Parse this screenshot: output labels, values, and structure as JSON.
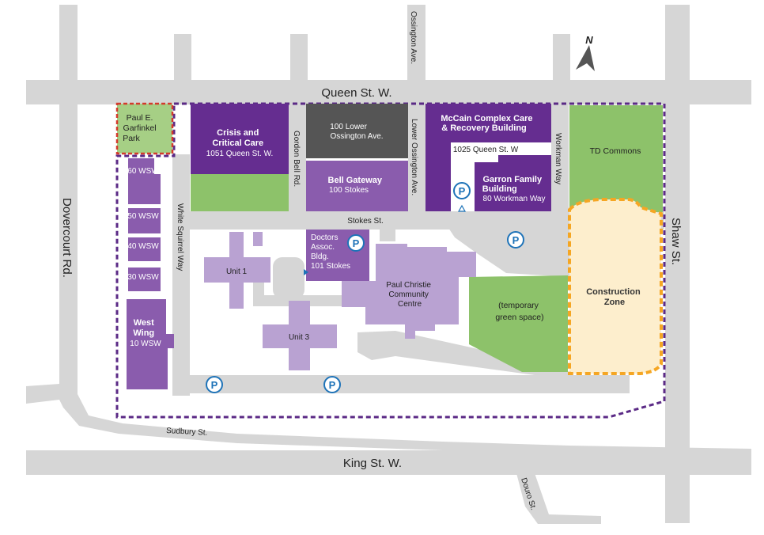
{
  "colors": {
    "road": "#d6d6d6",
    "building_dark": "#652d90",
    "building_mid": "#8a5cad",
    "building_light": "#b9a2d2",
    "building_grey": "#555555",
    "green": "#8dc26a",
    "construction_fill": "#fdeecd",
    "construction_border": "#f5a623",
    "boundary": "#5b2a86",
    "park_border": "#d33a2c",
    "parking": "#1e73b8",
    "north_arrow": "#555555"
  },
  "north": {
    "label": "N",
    "icon": "north-arrow-icon"
  },
  "streets": {
    "queen": "Queen St. W.",
    "king": "King St. W.",
    "dovercourt": "Dovercourt Rd.",
    "shaw": "Shaw St.",
    "ossington": "Ossington Ave.",
    "lower_ossington": "Lower Ossington Ave.",
    "gordon_bell": "Gordon Bell Rd.",
    "white_squirrel": "White Squirrel Way",
    "workman": "Workman Way",
    "stokes": "Stokes St.",
    "sudbury": "Sudbury St.",
    "douro": "Douro St."
  },
  "places": {
    "garfinkel_park": {
      "line1": "Paul E.",
      "line2": "Garfinkel",
      "line3": "Park"
    },
    "crisis": {
      "line1": "Crisis and",
      "line2": "Critical Care",
      "address": "1051 Queen St. W."
    },
    "lower_ossington_100": {
      "line1": "100 Lower",
      "line2": "Ossington Ave."
    },
    "bell_gateway": {
      "name": "Bell Gateway",
      "address": "100 Stokes"
    },
    "mccain": {
      "line1": "McCain Complex Care",
      "line2": "& Recovery Building"
    },
    "queen_1025": {
      "label": "1025 Queen St. W"
    },
    "garron": {
      "line1": "Garron Family",
      "line2": "Building",
      "address": "80 Workman Way"
    },
    "td_commons": {
      "label": "TD Commons"
    },
    "wsw_60": {
      "label": "60 WSW"
    },
    "wsw_50": {
      "label": "50 WSW"
    },
    "wsw_40": {
      "label": "40 WSW"
    },
    "wsw_30": {
      "label": "30 WSW"
    },
    "west_wing": {
      "line1": "West",
      "line2": "Wing",
      "line3": "10 WSW"
    },
    "unit1": {
      "label": "Unit 1"
    },
    "unit3": {
      "label": "Unit 3"
    },
    "doctors": {
      "line1": "Doctors",
      "line2": "Assoc.",
      "line3": "Bldg.",
      "line4": "101 Stokes"
    },
    "community_centre": {
      "line1": "Paul Christie",
      "line2": "Community",
      "line3": "Centre"
    },
    "temp_green": {
      "line1": "(temporary",
      "line2": "green space)"
    },
    "construction": {
      "line1": "Construction",
      "line2": "Zone"
    }
  },
  "parking": {
    "symbol": "P",
    "icon": "parking-icon"
  }
}
